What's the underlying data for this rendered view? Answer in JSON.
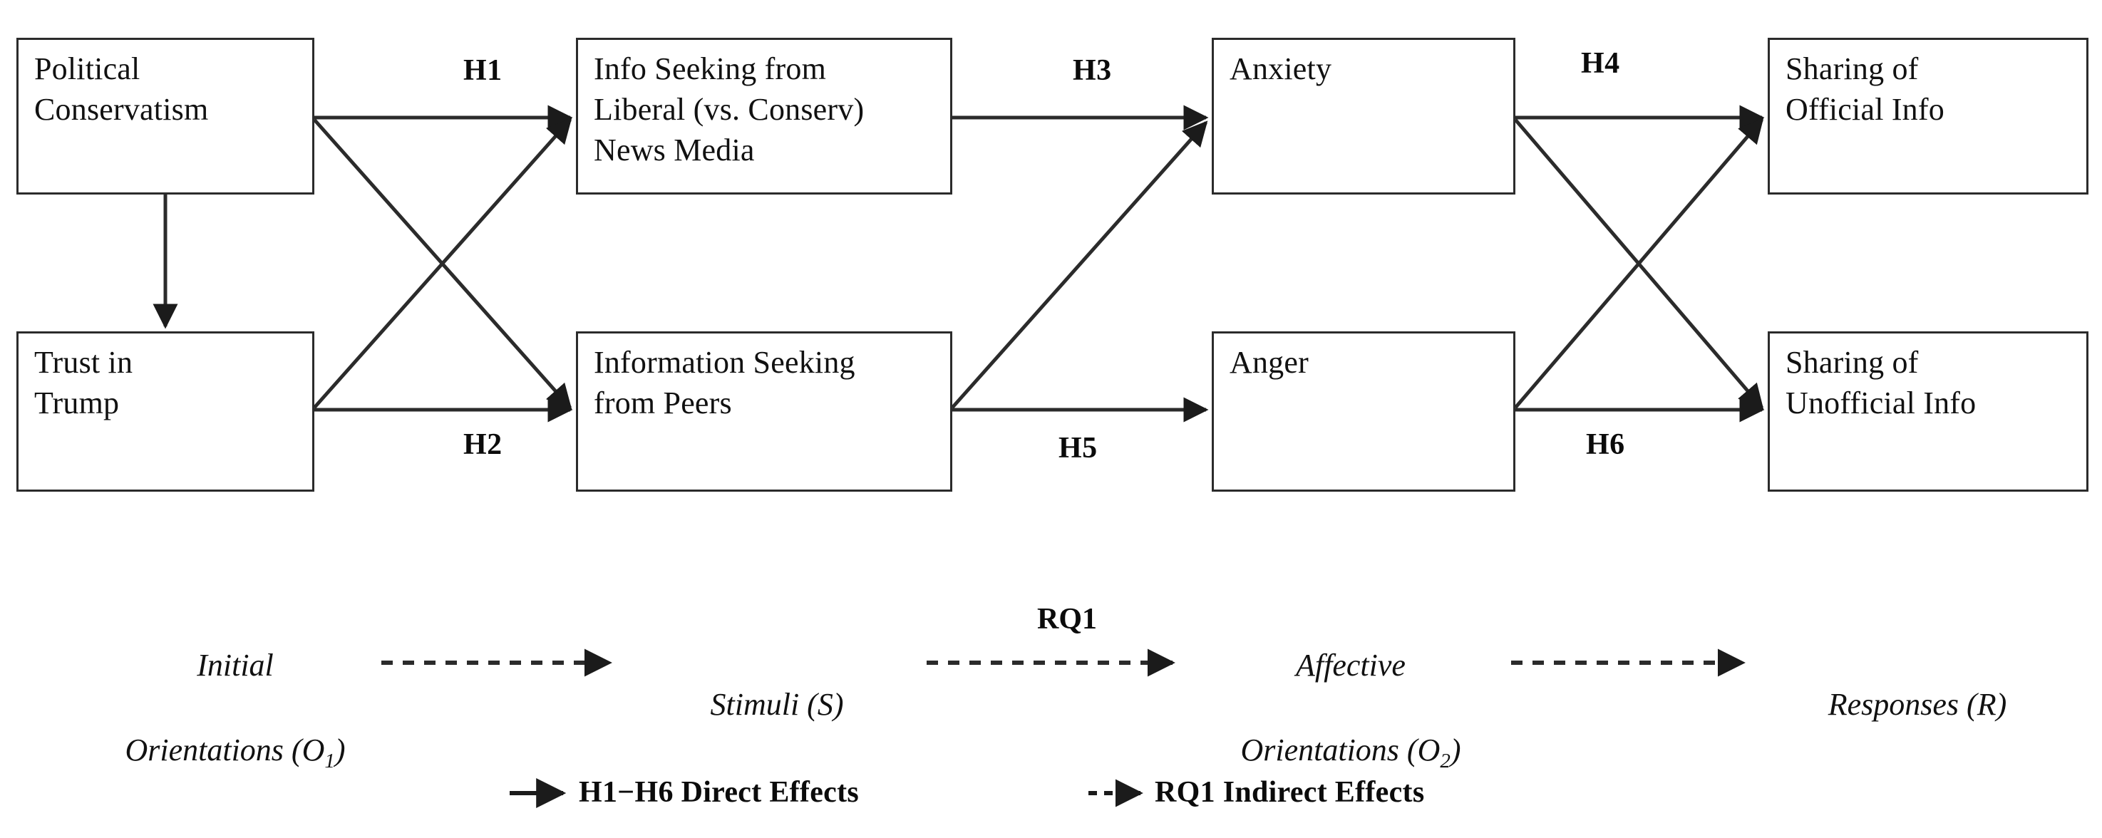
{
  "figure": {
    "type": "path-model-diagram",
    "background": "#ffffff",
    "line_color": "#2b2b2b"
  },
  "nodes": [
    {
      "id": "political-conservatism",
      "label": "Political\nConservatism",
      "column": 1,
      "row": "top"
    },
    {
      "id": "trust-in-trump",
      "label": "Trust in\nTrump",
      "column": 1,
      "row": "bottom"
    },
    {
      "id": "info-seeking-liberal-news",
      "label": "Info Seeking from\nLiberal (vs. Conserv)\nNews Media",
      "column": 2,
      "row": "top"
    },
    {
      "id": "information-seeking-peers",
      "label": "Information Seeking\nfrom Peers",
      "column": 2,
      "row": "bottom"
    },
    {
      "id": "anxiety",
      "label": "Anxiety",
      "column": 3,
      "row": "top"
    },
    {
      "id": "anger",
      "label": "Anger",
      "column": 3,
      "row": "bottom"
    },
    {
      "id": "sharing-official-info",
      "label": "Sharing of\nOfficial Info",
      "column": 4,
      "row": "top"
    },
    {
      "id": "sharing-unofficial-info",
      "label": "Sharing of\nUnofficial Info",
      "column": 4,
      "row": "bottom"
    }
  ],
  "path_labels": [
    {
      "id": "h1",
      "text": "H1"
    },
    {
      "id": "h2",
      "text": "H2"
    },
    {
      "id": "h3",
      "text": "H3"
    },
    {
      "id": "h4",
      "text": "H4"
    },
    {
      "id": "h5",
      "text": "H5"
    },
    {
      "id": "h6",
      "text": "H6"
    }
  ],
  "stages": [
    {
      "id": "initial-orientations",
      "line1": "Initial",
      "line2_pre": "Orientations (O",
      "sub": "1",
      "line2_post": ")"
    },
    {
      "id": "stimuli",
      "line1": "",
      "line2_pre": "Stimuli (S)",
      "sub": "",
      "line2_post": ""
    },
    {
      "id": "affective-orientations",
      "line1": "Affective",
      "line2_pre": "Orientations (O",
      "sub": "2",
      "line2_post": ")"
    },
    {
      "id": "responses",
      "line1": "",
      "line2_pre": "Responses (R)",
      "sub": "",
      "line2_post": ""
    }
  ],
  "stage_arrow_label": {
    "id": "rq1",
    "text": "RQ1"
  },
  "legend": [
    {
      "id": "direct-effects",
      "marker": "solid-arrow",
      "text": "H1−H6 Direct Effects"
    },
    {
      "id": "indirect-effects",
      "marker": "dashed-arrow",
      "text": "RQ1 Indirect Effects"
    }
  ]
}
